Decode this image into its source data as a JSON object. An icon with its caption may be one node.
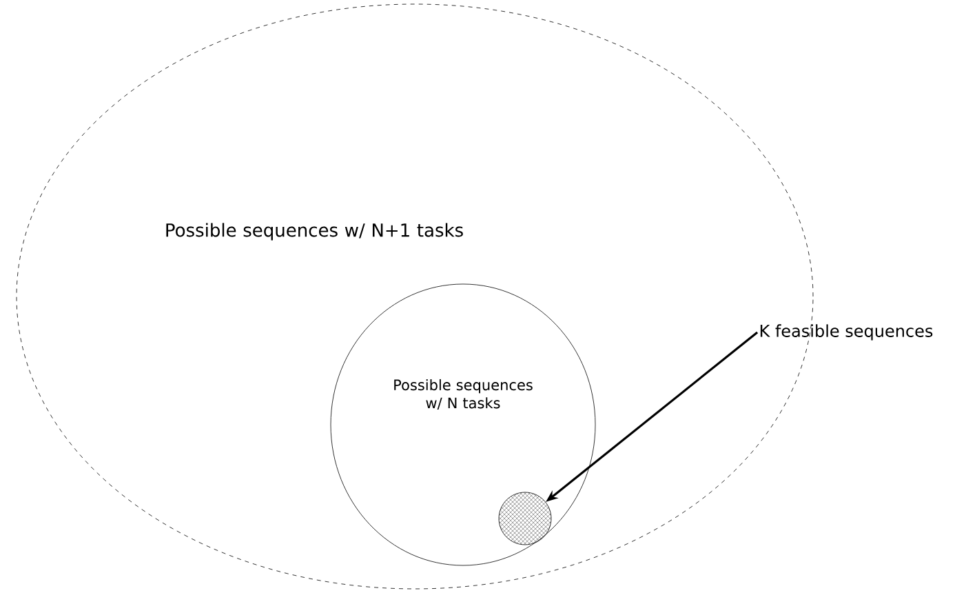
{
  "diagram": {
    "nodes": [
      {
        "text": [
          "Possible sequences w/ N+1 tasks"
        ]
      },
      {
        "text": [
          "Possible sequences w/ N tasks"
        ],
        "in": 0
      },
      {
        "text": [],
        "shape": "circle",
        "in": 1
      },
      {
        "text": [
          "K feasible sequences"
        ]
      }
    ],
    "edges": [
      {
        "from": 3,
        "to": 2,
        "arrow": "to"
      }
    ]
  }
}
